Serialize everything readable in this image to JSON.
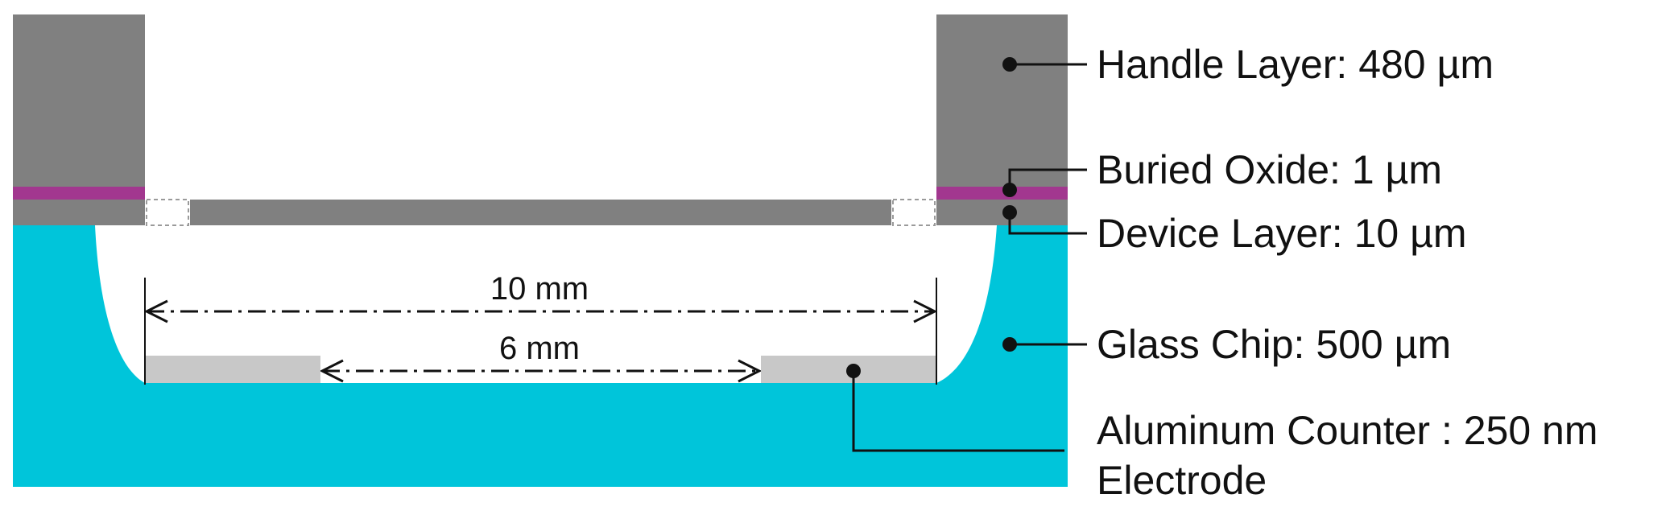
{
  "colors": {
    "handle_layer": "#808080",
    "buried_oxide": "#a2378f",
    "device_layer": "#808080",
    "glass_chip": "#00c5da",
    "electrode": "#c8c8c8",
    "cavity": "#ffffff",
    "lines": "#111111"
  },
  "labels": {
    "handle": "Handle Layer: 480 µm",
    "oxide": "Buried Oxide: 1 µm",
    "device": "Device Layer: 10 µm",
    "glass": "Glass Chip: 500 µm",
    "electrode_line1": "Aluminum Counter : 250 nm",
    "electrode_line2": "Electrode"
  },
  "dimensions": {
    "outer": "10 mm",
    "inner": "6 mm"
  }
}
